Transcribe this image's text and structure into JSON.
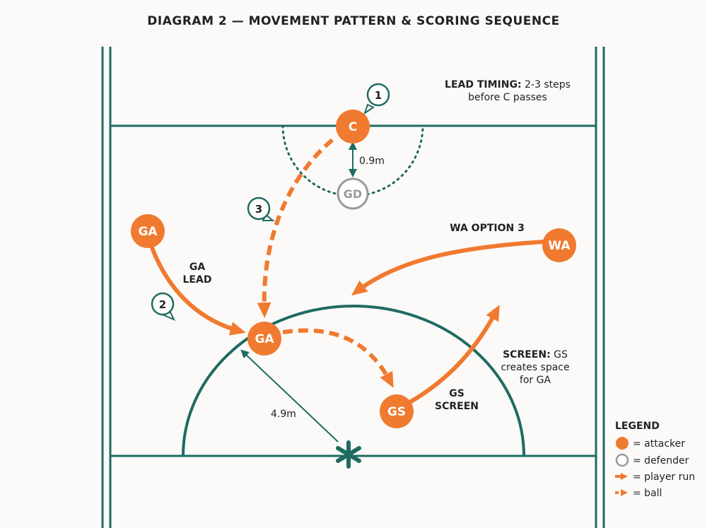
{
  "title": "DIAGRAM 2 — MOVEMENT PATTERN & SCORING SEQUENCE",
  "colors": {
    "court_line": "#1f6b62",
    "attacker": "#f07a2f",
    "defender": "#9a9a9a",
    "text": "#222222",
    "background": "#fbfaf8"
  },
  "players": {
    "c": "C",
    "gd": "GD",
    "ga_start": "GA",
    "ga_lead": "GA",
    "wa": "WA",
    "gs": "GS"
  },
  "steps": {
    "one": "1",
    "two": "2",
    "three": "3"
  },
  "annotations": {
    "lead_timing_bold": "LEAD TIMING:",
    "lead_timing_rest": "2-3 steps",
    "lead_timing_line2": "before C passes",
    "distance_c_gd": "0.9m",
    "distance_goal_ga": "4.9m",
    "ga_lead_line1": "GA",
    "ga_lead_line2": "LEAD",
    "wa_option": "WA OPTION 3",
    "screen_bold": "SCREEN:",
    "screen_rest": "GS",
    "screen_line2": "creates space",
    "screen_line3": "for GA",
    "gs_screen_line1": "GS",
    "gs_screen_line2": "SCREEN"
  },
  "legend": {
    "title": "LEGEND",
    "attacker": "= attacker",
    "defender": "= defender",
    "player_run": "= player run",
    "ball": "= ball"
  }
}
